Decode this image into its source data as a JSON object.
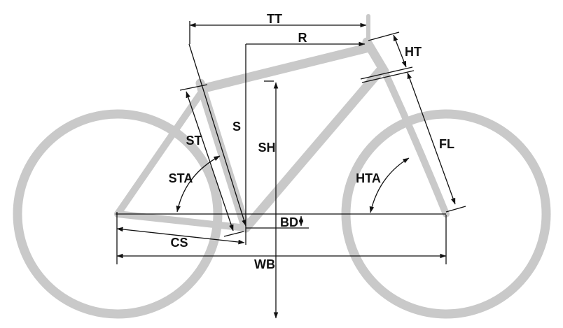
{
  "diagram": {
    "type": "bicycle-frame-geometry",
    "background_color": "#ffffff",
    "frame_color": "#c9c9c9",
    "dimension_line_color": "#111111",
    "labels": {
      "top_tube": "TT",
      "reach": "R",
      "head_tube": "HT",
      "fork_length": "FL",
      "stack": "S",
      "standover_height": "SH",
      "seat_tube": "ST",
      "seat_tube_angle": "STA",
      "head_tube_angle": "HTA",
      "chainstay": "CS",
      "bb_drop": "BD",
      "wheelbase": "WB"
    }
  }
}
